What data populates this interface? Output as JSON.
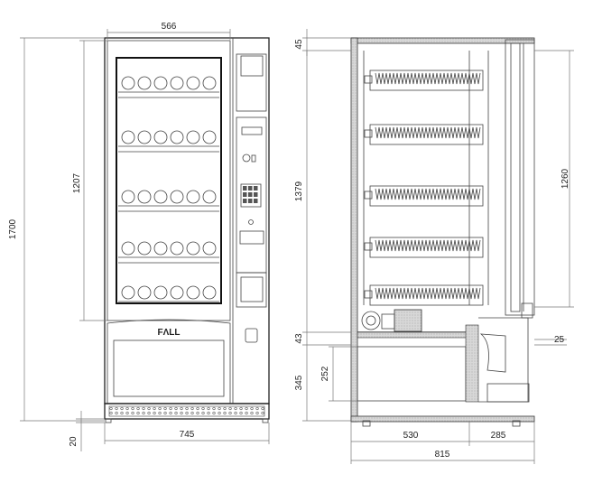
{
  "front_view": {
    "dimensions": {
      "top_width": "566",
      "total_height": "1700",
      "glass_height": "1207",
      "bottom_width": "745",
      "feet_height": "20"
    },
    "logo_text": "FΛLL"
  },
  "side_view": {
    "dimensions": {
      "top_offset": "45",
      "spiral_height": "1379",
      "door_height": "1260",
      "gap_43": "43",
      "lower_cab": "345",
      "hopper": "252",
      "right_25": "25",
      "depth_530": "530",
      "depth_285": "285",
      "total_depth": "815"
    }
  }
}
